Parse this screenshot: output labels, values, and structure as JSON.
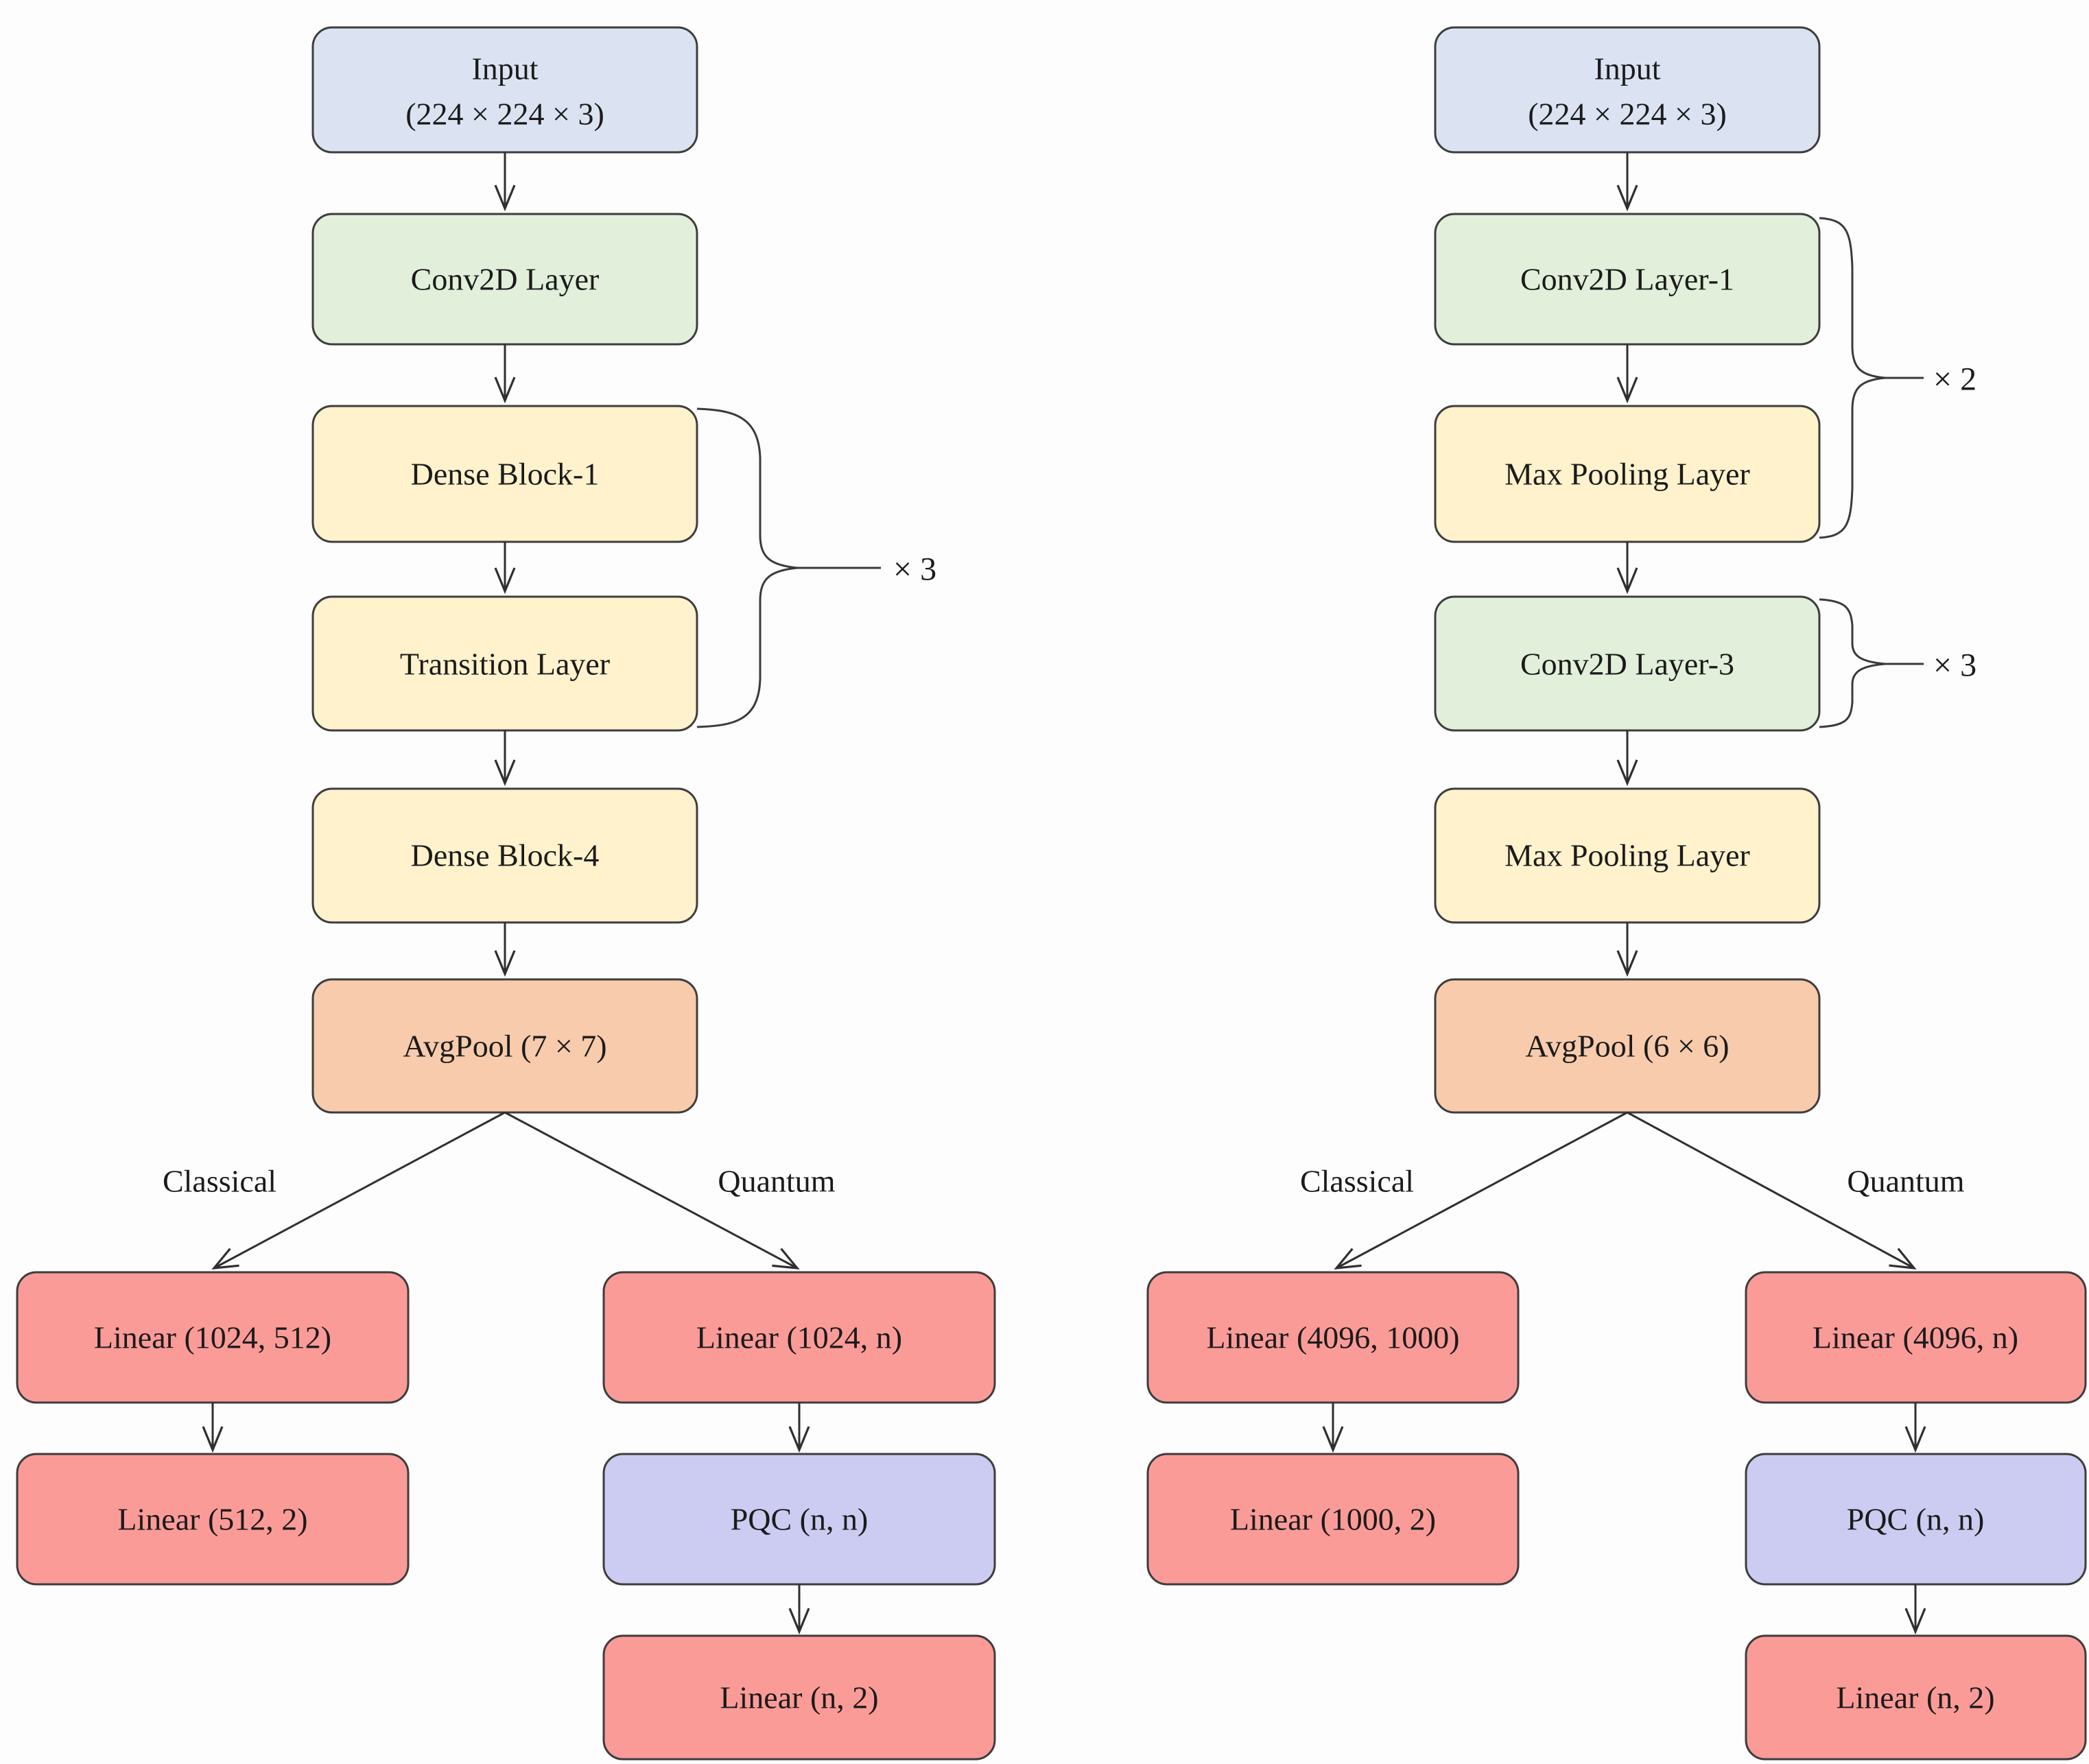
{
  "colors": {
    "input_box": "#dbe3f3",
    "conv_box": "#e2efda",
    "block_box": "#fff2cc",
    "avgpool_box": "#f7cbac",
    "linear_box": "#fb9b98",
    "pqc_box": "#ccccf2",
    "border": "#3d3d3d",
    "arrow": "#2f2f2f",
    "text": "#1b1b1b",
    "background": "#fdfdfe"
  },
  "left_model": {
    "input": {
      "title": "Input",
      "shape": "(224 × 224 × 3)"
    },
    "conv": "Conv2D Layer",
    "dense_block_1": "Dense Block-1",
    "transition": "Transition Layer",
    "repeat": "× 3",
    "dense_block_4": "Dense Block-4",
    "avgpool": "AvgPool (7 × 7)",
    "classical_label": "Classical",
    "quantum_label": "Quantum",
    "classical_branch": {
      "linear1": "Linear (1024, 512)",
      "linear2": "Linear (512, 2)"
    },
    "quantum_branch": {
      "linear1": "Linear (1024, n)",
      "pqc": "PQC (n, n)",
      "linear2": "Linear (n, 2)"
    }
  },
  "right_model": {
    "input": {
      "title": "Input",
      "shape": "(224 × 224 × 3)"
    },
    "conv1": "Conv2D Layer-1",
    "maxpool1": "Max Pooling Layer",
    "repeat_a": "× 2",
    "conv3": "Conv2D Layer-3",
    "repeat_b": "× 3",
    "maxpool2": "Max Pooling Layer",
    "avgpool": "AvgPool (6 × 6)",
    "classical_label": "Classical",
    "quantum_label": "Quantum",
    "classical_branch": {
      "linear1": "Linear (4096, 1000)",
      "linear2": "Linear (1000, 2)"
    },
    "quantum_branch": {
      "linear1": "Linear (4096, n)",
      "pqc": "PQC (n, n)",
      "linear2": "Linear (n, 2)"
    }
  }
}
